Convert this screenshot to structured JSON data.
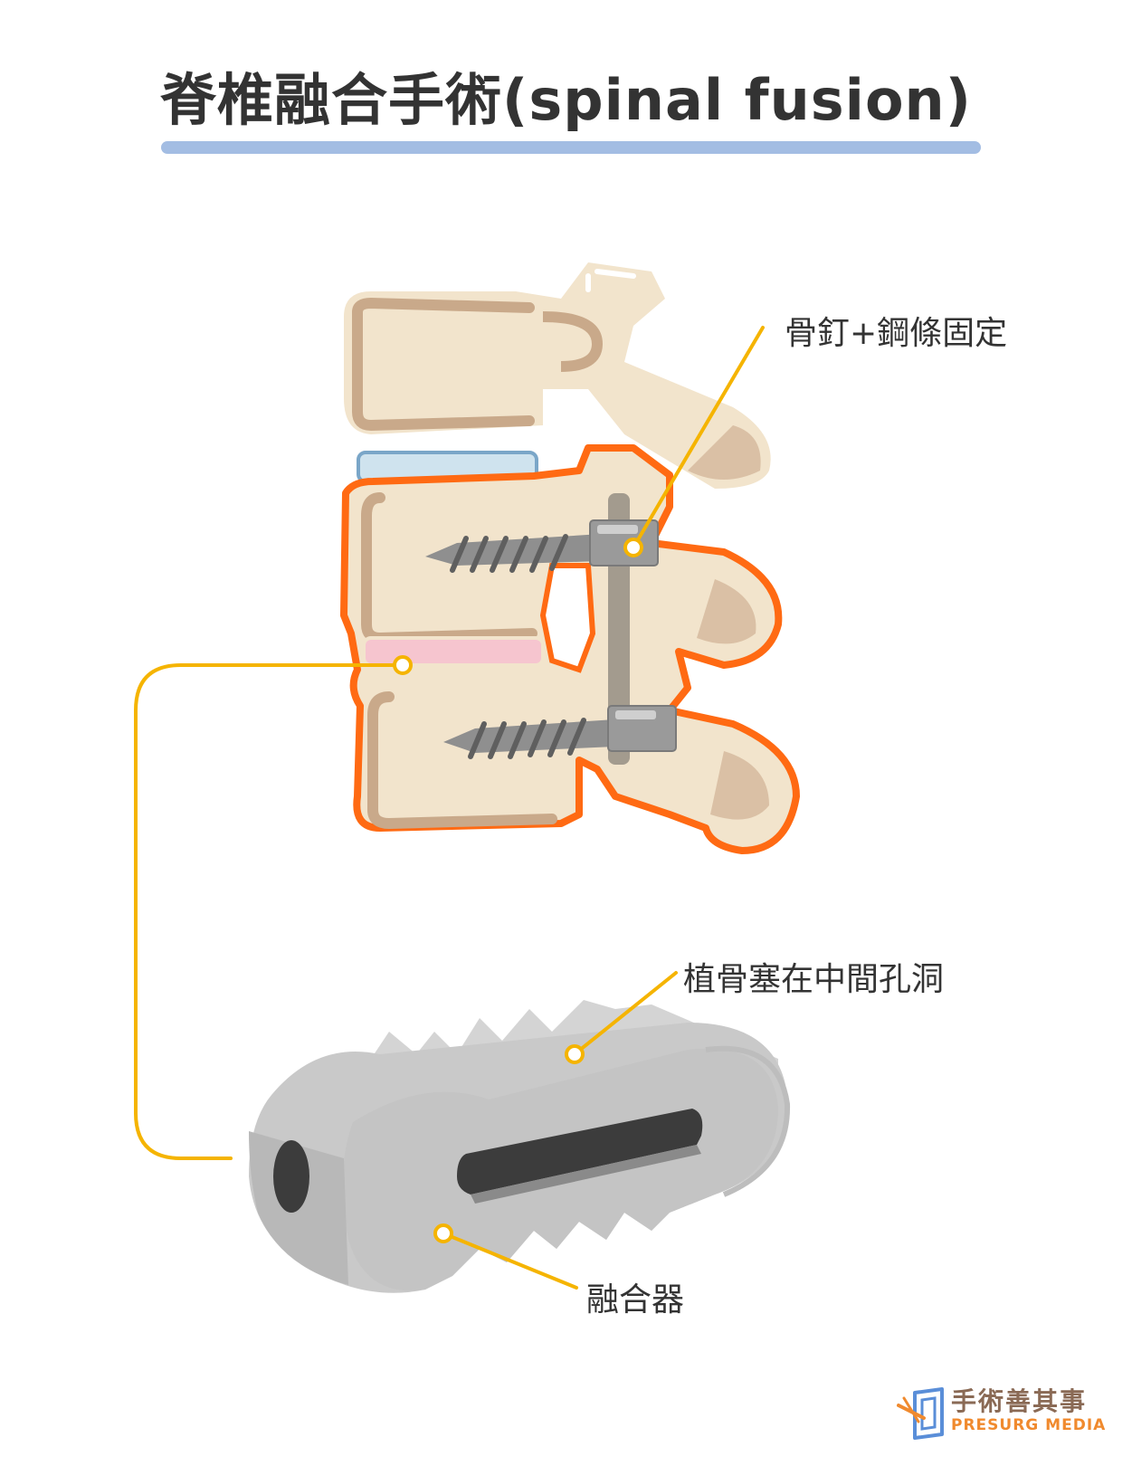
{
  "title": "脊椎融合手術(spinal fusion)",
  "labels": {
    "screw_rod": "骨釘+鋼條固定",
    "bone_graft": "植骨塞在中間孔洞",
    "cage": "融合器"
  },
  "brand": {
    "name": "手術善其事",
    "subtitle": "PRESURG MEDIA"
  },
  "colors": {
    "bone": "#f2e4cc",
    "bone_shade": "#c9a98a",
    "highlight_outline": "#ff6a13",
    "disc_normal": "#cfe3ee",
    "disc_fused": "#f6c5cf",
    "leader_line": "#f5b400",
    "hardware": "#9a9a9a",
    "title_underline": "#a3bde3"
  }
}
